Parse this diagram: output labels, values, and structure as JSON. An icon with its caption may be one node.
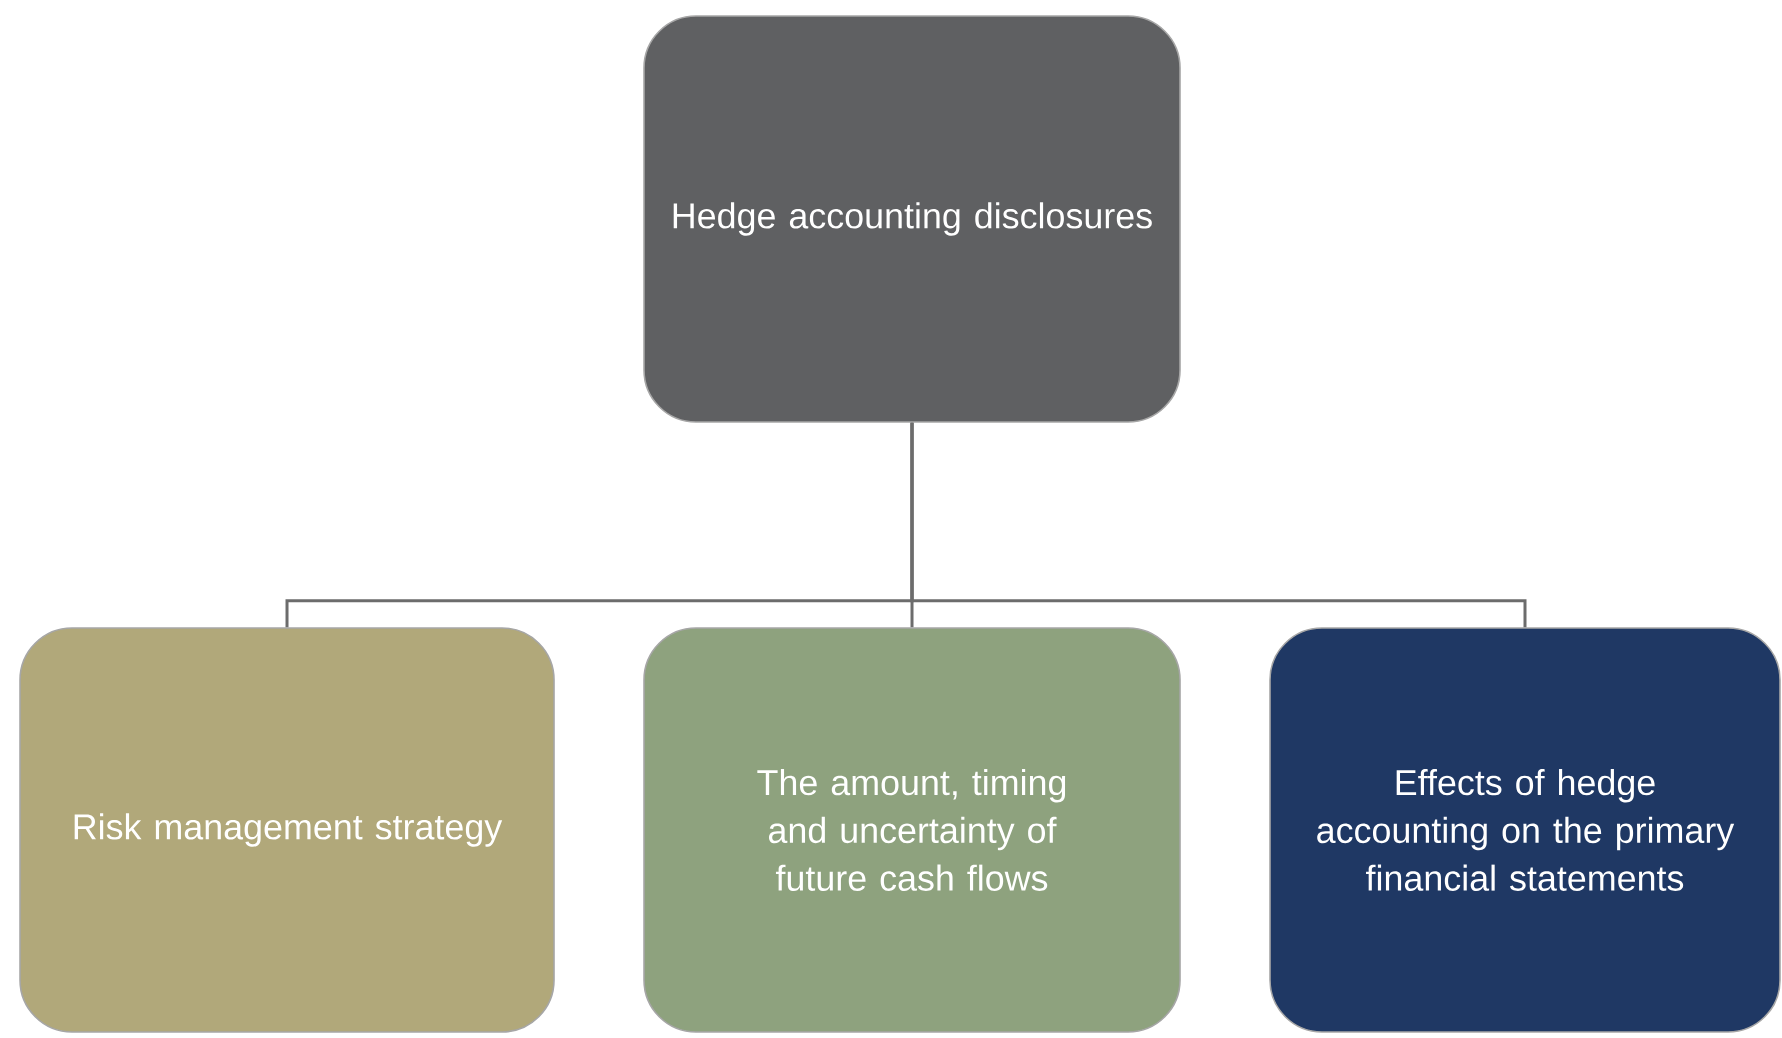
{
  "diagram": {
    "nodes": [
      {
        "text": [
          "Hedge accounting disclosures"
        ]
      },
      {
        "text": [
          "Risk management strategy"
        ]
      },
      {
        "text": [
          "The amount, timing and uncertainty of future cash flows"
        ]
      },
      {
        "text": [
          "Effects of hedge accounting on the primary financial statements"
        ]
      }
    ],
    "edges": [
      {
        "from": 0,
        "to": 1,
        "arrow": "none"
      },
      {
        "from": 0,
        "to": 2,
        "arrow": "none"
      },
      {
        "from": 0,
        "to": 3,
        "arrow": "none"
      }
    ]
  }
}
